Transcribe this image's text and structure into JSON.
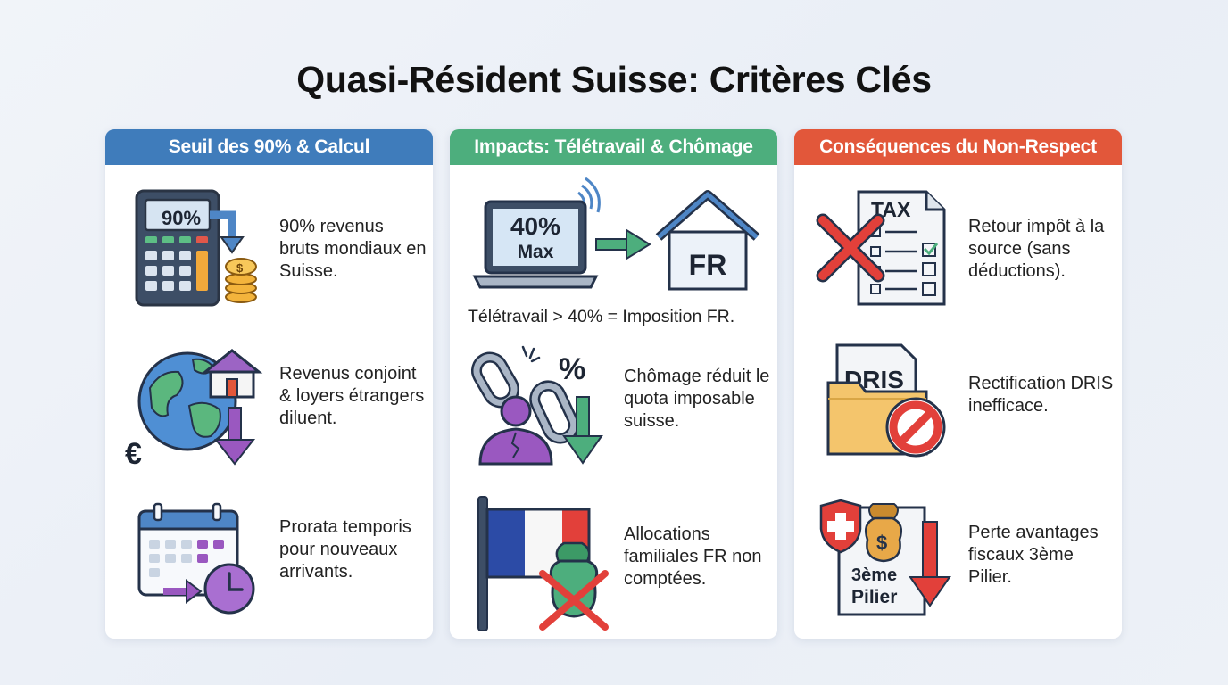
{
  "title": "Quasi-Résident Suisse: Critères Clés",
  "colors": {
    "blue": "#3f7cbb",
    "green": "#4dae7d",
    "red": "#e2573a"
  },
  "columns": [
    {
      "header": "Seuil des 90% & Calcul",
      "items": [
        {
          "icon": "calculator-icon",
          "icon_text": "90%",
          "coin_text": "$",
          "text": "90% revenus bruts mondiaux en Suisse."
        },
        {
          "icon": "globe-house-icon",
          "icon_text": "€",
          "text": "Revenus conjoint & loyers étrangers diluent."
        },
        {
          "icon": "calendar-clock-icon",
          "text": "Prorata temporis pour nouveaux arrivants."
        }
      ]
    },
    {
      "header": "Impacts: Télétravail & Chômage",
      "items": [
        {
          "icon": "laptop-house-icon",
          "laptop_line1": "40%",
          "laptop_line2": "Max",
          "house_text": "FR",
          "text": "Télétravail > 40% = Imposition FR."
        },
        {
          "icon": "broken-chain-person-icon",
          "icon_text": "%",
          "text": "Chômage réduit le quota imposable suisse."
        },
        {
          "icon": "french-flag-moneybag-icon",
          "text": "Allocations familiales FR non comptées."
        }
      ]
    },
    {
      "header": "Conséquences du Non-Respect",
      "items": [
        {
          "icon": "tax-form-cross-icon",
          "icon_text": "TAX",
          "text": "Retour impôt à la source (sans déductions)."
        },
        {
          "icon": "dris-folder-prohibited-icon",
          "icon_text": "DRIS",
          "text": "Rectification DRIS inefficace."
        },
        {
          "icon": "third-pillar-loss-icon",
          "icon_line1": "3ème",
          "icon_line2": "Pilier",
          "bag_text": "$",
          "text": "Perte avantages fiscaux 3ème Pilier."
        }
      ]
    }
  ]
}
